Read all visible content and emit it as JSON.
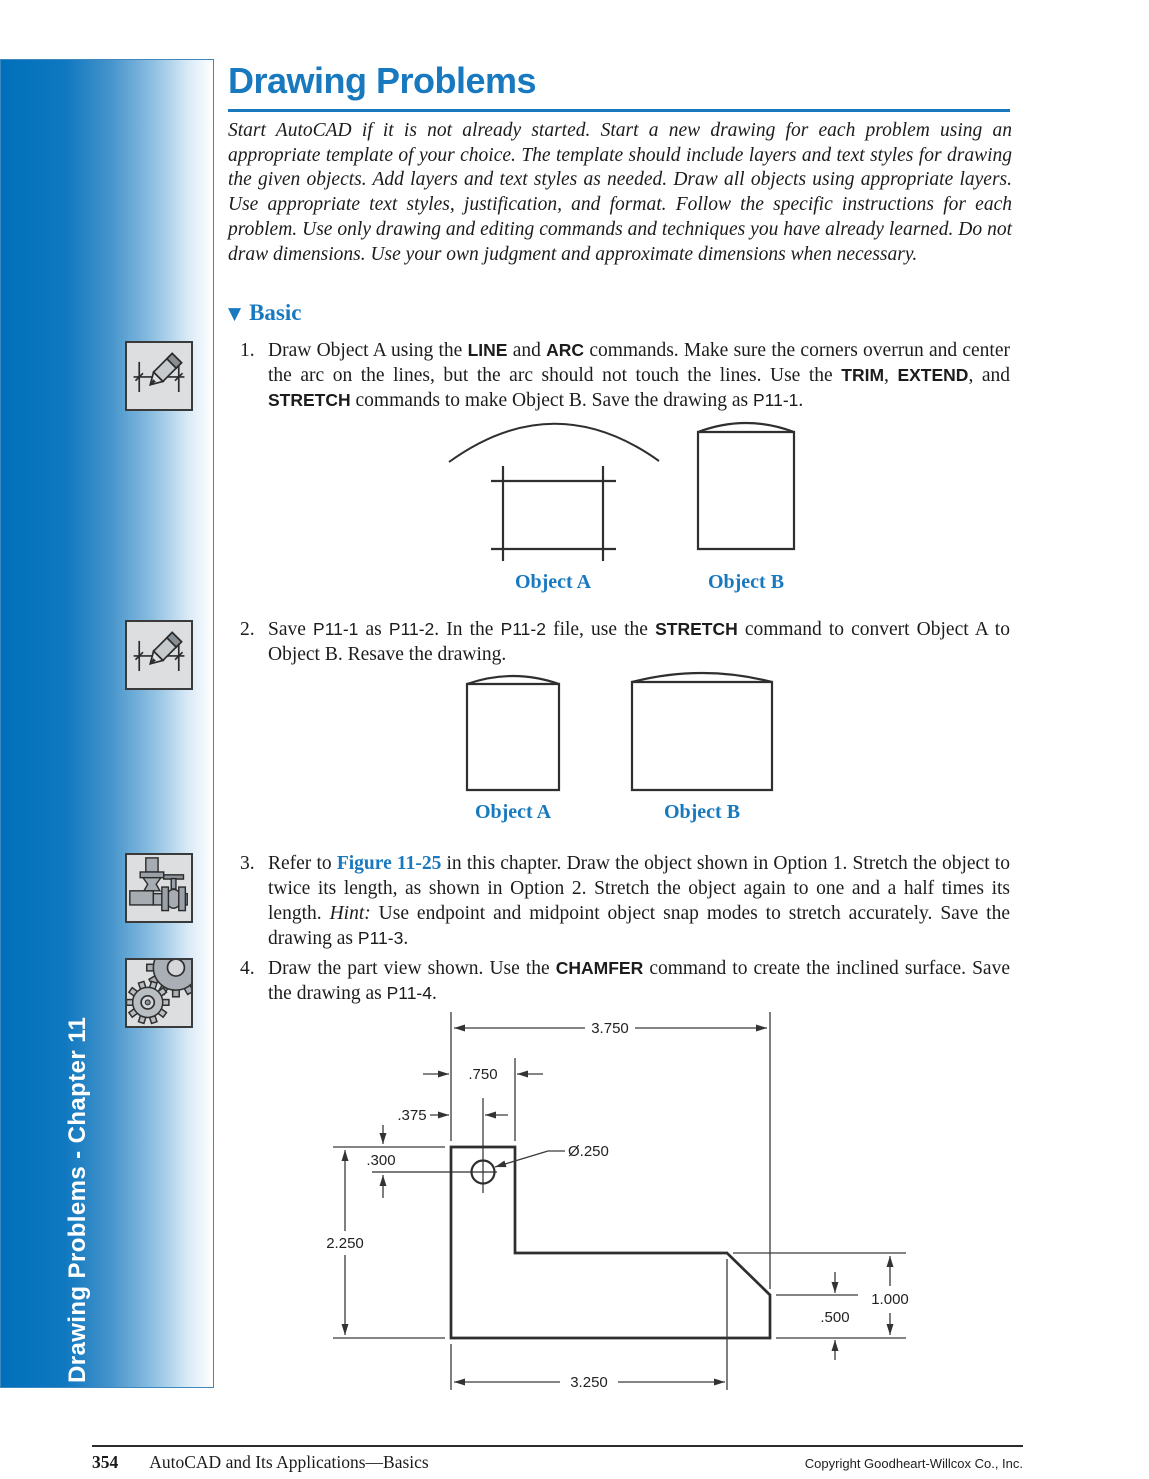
{
  "sidebar": {
    "vertical_label": "Drawing Problems - Chapter 11",
    "icons": [
      "dimension-pencil",
      "dimension-pencil",
      "pipe-valve",
      "gears"
    ]
  },
  "header": {
    "title": "Drawing Problems"
  },
  "intro": "Start AutoCAD if it is not already started. Start a new drawing for each problem using an appropriate template of your choice. The template should include layers and text styles for drawing the given objects. Add layers and text styles as needed. Draw all objects using appropriate layers. Use appropriate text styles, justification, and format. Follow the specific instructions for each problem. Use only drawing and editing commands and techniques you have already learned. Do not draw dimensions. Use your own judgment and approximate dimensions when necessary.",
  "section": {
    "heading": "Basic"
  },
  "problems": [
    {
      "number": "1.",
      "segments": [
        {
          "t": "Draw Object A using the "
        },
        {
          "t": "LINE",
          "s": "cmd"
        },
        {
          "t": " and "
        },
        {
          "t": "ARC",
          "s": "cmd"
        },
        {
          "t": " commands. Make sure the corners overrun and center the arc on the lines, but the arc should not touch the lines. Use the "
        },
        {
          "t": "TRIM",
          "s": "cmd"
        },
        {
          "t": ", "
        },
        {
          "t": "EXTEND",
          "s": "cmd"
        },
        {
          "t": ", and "
        },
        {
          "t": "STRETCH",
          "s": "cmd"
        },
        {
          "t": " commands to make Object B. Save the drawing as "
        },
        {
          "t": "P11-1",
          "s": "file"
        },
        {
          "t": "."
        }
      ]
    },
    {
      "number": "2.",
      "segments": [
        {
          "t": "Save "
        },
        {
          "t": "P11-1",
          "s": "file"
        },
        {
          "t": " as "
        },
        {
          "t": "P11-2",
          "s": "file"
        },
        {
          "t": ". In the "
        },
        {
          "t": "P11-2",
          "s": "file"
        },
        {
          "t": " file, use the "
        },
        {
          "t": "STRETCH",
          "s": "cmd"
        },
        {
          "t": " command to convert Object A to Object B. Resave the drawing."
        }
      ]
    },
    {
      "number": "3.",
      "segments": [
        {
          "t": "Refer to "
        },
        {
          "t": "Figure 11-25",
          "s": "fig"
        },
        {
          "t": " in this chapter. Draw the object shown in Option 1. Stretch the object to twice its length, as shown in Option 2. Stretch the object again to one and a half times its length. "
        },
        {
          "t": "Hint:",
          "s": "hint"
        },
        {
          "t": " Use endpoint and midpoint object snap modes to stretch accurately. Save the drawing as "
        },
        {
          "t": "P11-3",
          "s": "file"
        },
        {
          "t": "."
        }
      ]
    },
    {
      "number": "4.",
      "segments": [
        {
          "t": "Draw the part view shown. Use the "
        },
        {
          "t": "CHAMFER",
          "s": "cmd"
        },
        {
          "t": " command to create the inclined surface. Save the drawing as "
        },
        {
          "t": "P11-4",
          "s": "file"
        },
        {
          "t": "."
        }
      ]
    }
  ],
  "figures": {
    "fig1": {
      "label_a": "Object A",
      "label_b": "Object B"
    },
    "fig2": {
      "label_a": "Object A",
      "label_b": "Object B"
    },
    "part_drawing": {
      "dimensions": {
        "overall_width": "3.750",
        "tab_width": ".750",
        "hole_center_from_left": ".375",
        "hole_center_from_top": ".300",
        "overall_height": "2.250",
        "hole_diameter": "Ø.250",
        "right_end_height": "1.000",
        "chamfer_vertical": ".500",
        "base_width": "3.250"
      }
    }
  },
  "footer": {
    "page_number": "354",
    "book_title": "AutoCAD and Its Applications—Basics",
    "copyright": "Copyright Goodheart-Willcox Co., Inc."
  },
  "colors": {
    "accent_blue": "#1879bf",
    "sidebar_blue": "#0070ba"
  }
}
